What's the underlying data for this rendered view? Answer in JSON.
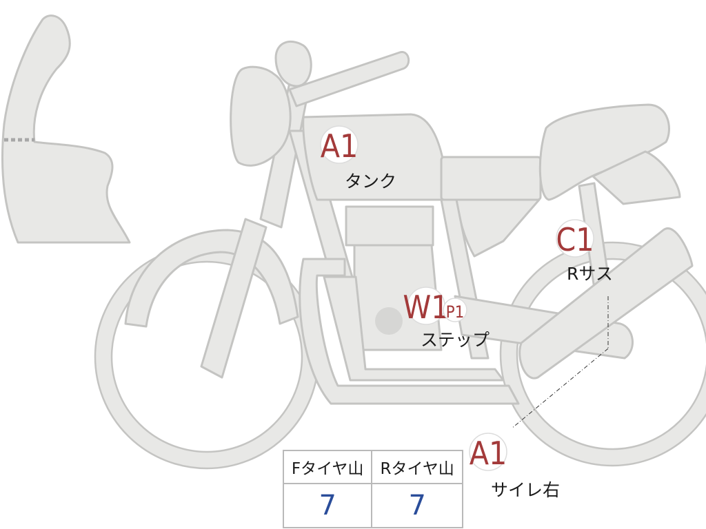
{
  "diagram": {
    "colors": {
      "part_fill": "#e8e8e6",
      "part_stroke": "#c4c4c2",
      "badge_text": "#a33a3a",
      "tire_value": "#2a4d9a"
    },
    "markers": [
      {
        "id": "tank",
        "badge": "A1",
        "label": "タンク"
      },
      {
        "id": "rear-suspension",
        "badge": "C1",
        "label": "Rサス"
      },
      {
        "id": "step-w",
        "badge": "W1"
      },
      {
        "id": "step-p",
        "badge": "P1",
        "label": "ステップ"
      },
      {
        "id": "muffler-right",
        "badge": "A1",
        "label": "サイレ右"
      }
    ]
  },
  "tire_table": {
    "headers": [
      "Fタイヤ山",
      "Rタイヤ山"
    ],
    "values": [
      "7",
      "7"
    ]
  }
}
